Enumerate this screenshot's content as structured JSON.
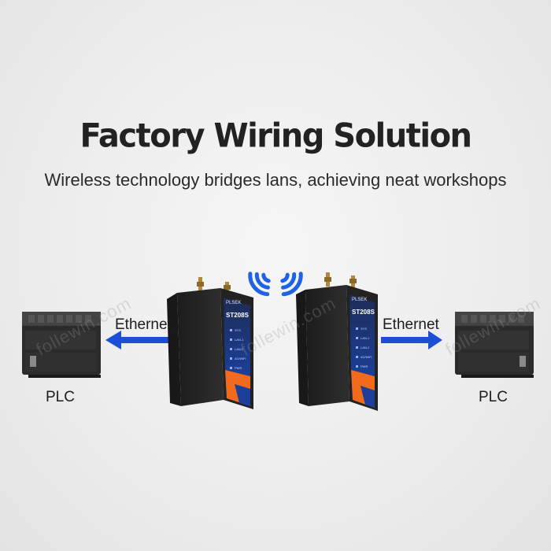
{
  "heading": {
    "title": "Factory Wiring Solution",
    "subtitle": "Wireless technology bridges lans, achieving neat workshops"
  },
  "left_side": {
    "link_label": "Ethernet",
    "device_label": "PLC"
  },
  "right_side": {
    "link_label": "Ethernet",
    "device_label": "PLC"
  },
  "router": {
    "brand": "PLSEK",
    "model": "ST208S",
    "leds": [
      "SYS",
      "LAN-1",
      "LAN-2",
      "4G/WiFi",
      "PWR"
    ]
  },
  "watermark": "follewin.com",
  "colors": {
    "arrow_blue": "#1d4fd6",
    "wifi_blue": "#1e63e6",
    "router_accent_orange": "#f26a1b",
    "router_panel_blue": "#1b3f9a"
  }
}
